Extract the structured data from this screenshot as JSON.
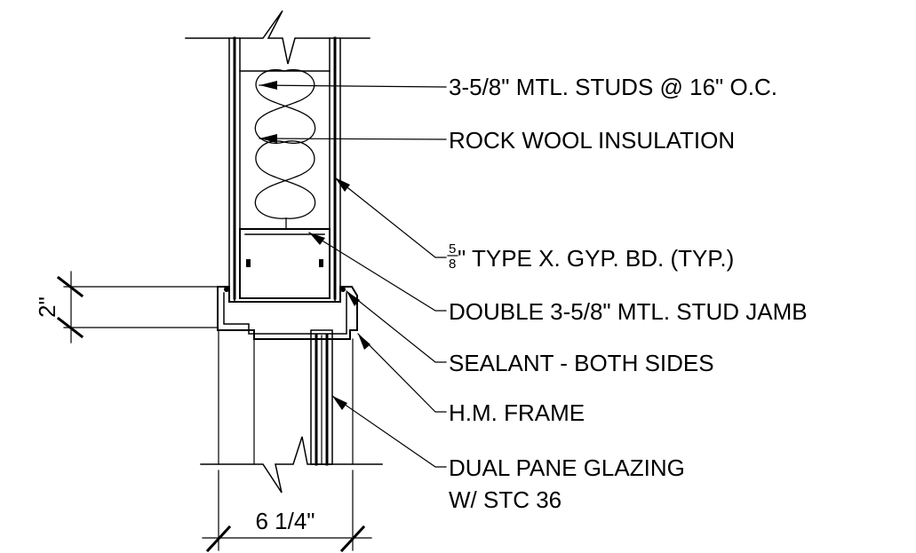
{
  "callouts": {
    "studs": "3-5/8\" MTL. STUDS @ 16\" O.C.",
    "insulation": "ROCK WOOL INSULATION",
    "gyp_fraction_num": "5",
    "gyp_fraction_den": "8",
    "gyp_rest": "\" TYPE X. GYP. BD. (TYP.)",
    "stud_jamb": "DOUBLE 3-5/8\" MTL. STUD JAMB",
    "sealant": "SEALANT - BOTH SIDES",
    "frame": "H.M. FRAME",
    "glazing_line1": "DUAL PANE GLAZING",
    "glazing_line2": "W/ STC 36"
  },
  "dimensions": {
    "head_height": "2\"",
    "frame_width": "6 1/4\""
  }
}
